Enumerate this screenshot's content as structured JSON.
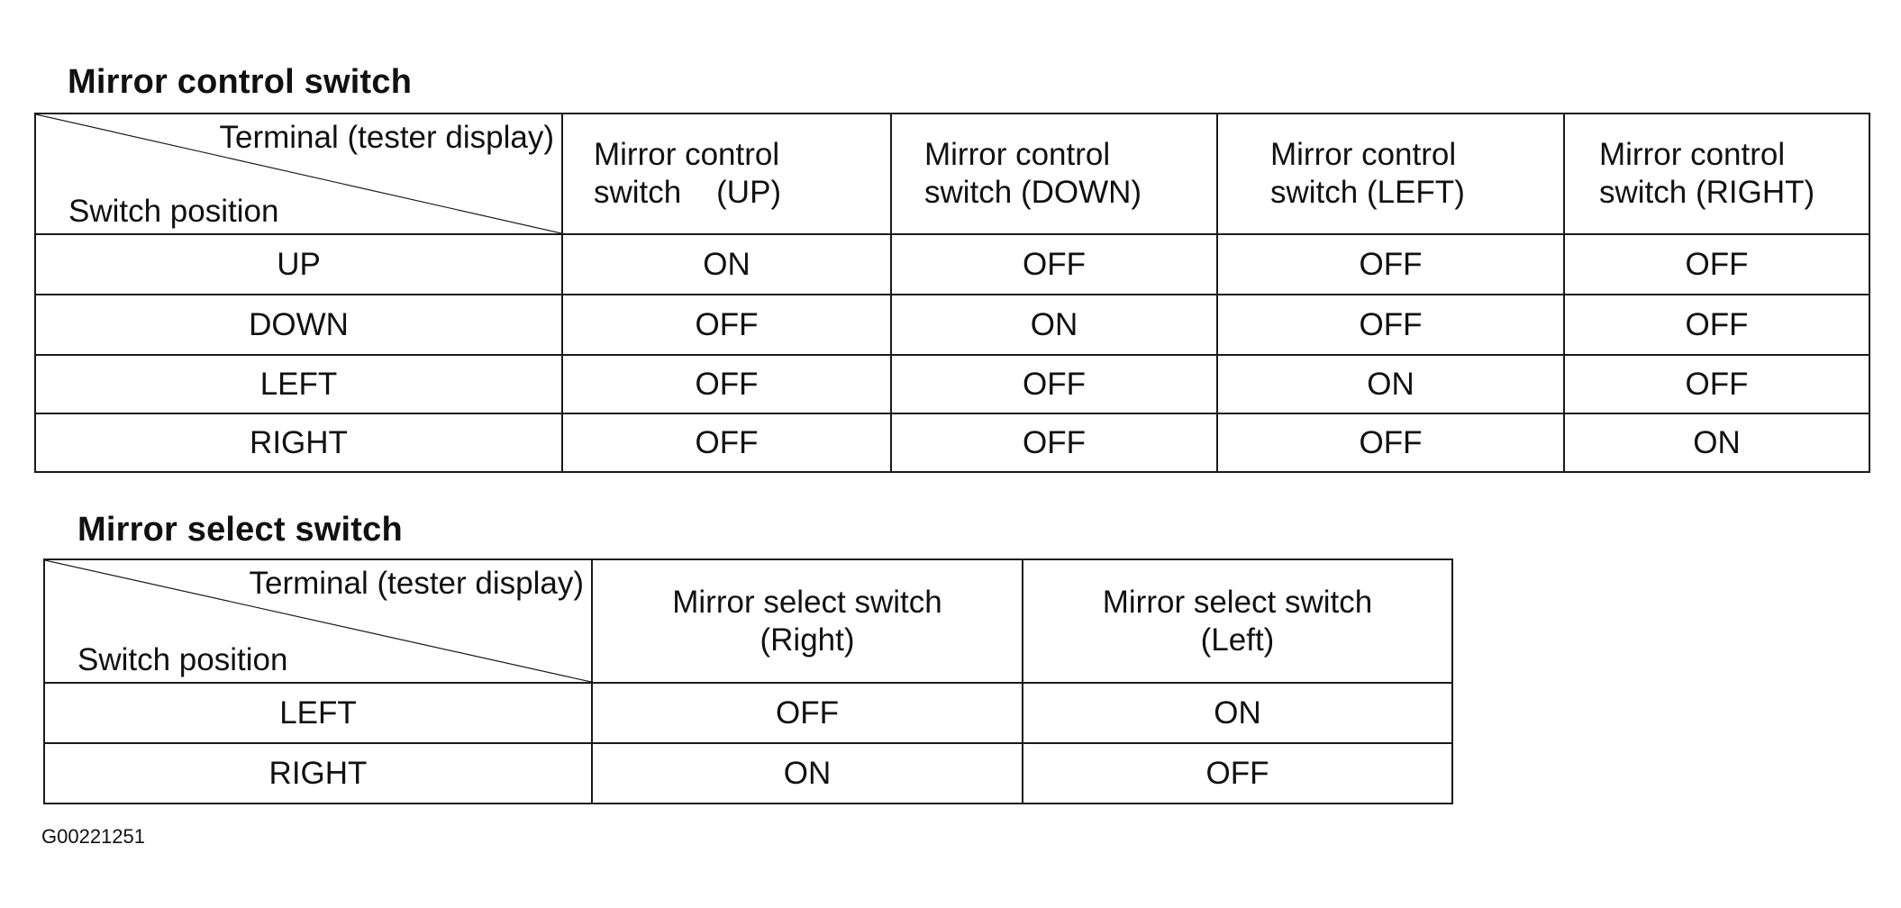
{
  "control_table": {
    "title": "Mirror control switch",
    "corner_top": "Terminal (tester display)",
    "corner_bottom": "Switch position",
    "columns": [
      [
        "Mirror control",
        "switch    (UP)"
      ],
      [
        "Mirror control",
        "switch (DOWN)"
      ],
      [
        "Mirror control",
        "switch (LEFT)"
      ],
      [
        "Mirror control",
        "switch (RIGHT)"
      ]
    ],
    "rows": [
      {
        "position": "UP",
        "values": [
          "ON",
          "OFF",
          "OFF",
          "OFF"
        ]
      },
      {
        "position": "DOWN",
        "values": [
          "OFF",
          "ON",
          "OFF",
          "OFF"
        ]
      },
      {
        "position": "LEFT",
        "values": [
          "OFF",
          "OFF",
          "ON",
          "OFF"
        ]
      },
      {
        "position": "RIGHT",
        "values": [
          "OFF",
          "OFF",
          "OFF",
          "ON"
        ]
      }
    ]
  },
  "select_table": {
    "title": "Mirror select switch",
    "corner_top": "Terminal (tester display)",
    "corner_bottom": "Switch position",
    "columns": [
      [
        "Mirror select switch",
        "(Right)"
      ],
      [
        "Mirror select switch",
        "(Left)"
      ]
    ],
    "rows": [
      {
        "position": "LEFT",
        "values": [
          "OFF",
          "ON"
        ]
      },
      {
        "position": "RIGHT",
        "values": [
          "ON",
          "OFF"
        ]
      }
    ]
  },
  "figure_code": "G00221251"
}
